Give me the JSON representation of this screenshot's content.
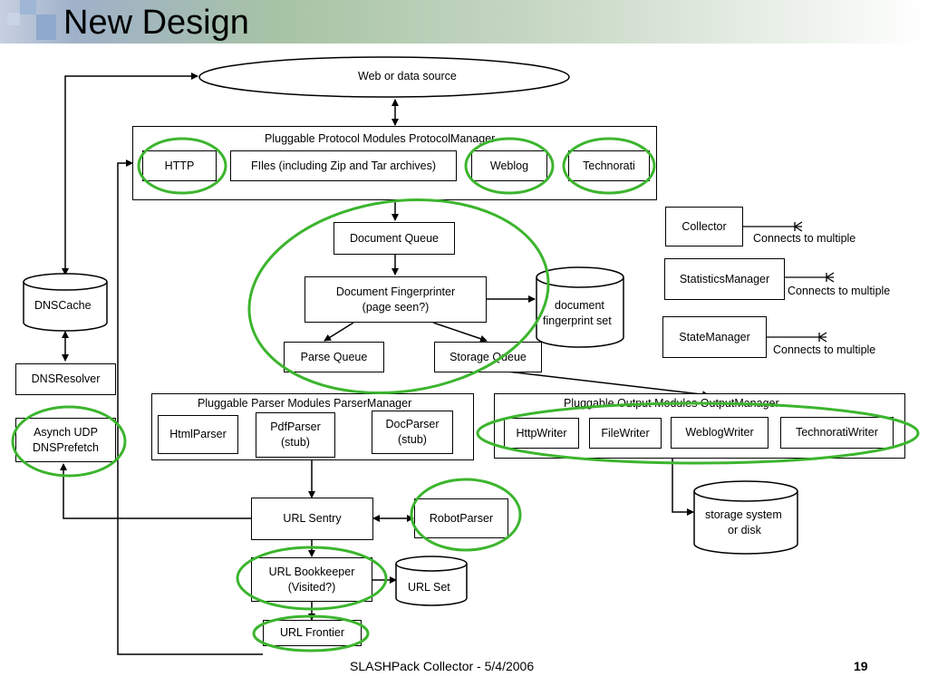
{
  "slide": {
    "title": "New Design",
    "footer": "SLASHPack Collector - 5/4/2006",
    "page_number": "19"
  },
  "nodes": {
    "web_source": "Web or data source",
    "protocol_manager": "Pluggable Protocol Modules ProtocolManager",
    "http": "HTTP",
    "files": "FIles (including Zip and Tar archives)",
    "weblog": "Weblog",
    "technorati": "Technorati",
    "document_queue": "Document Queue",
    "fingerprinter_line1": "Document Fingerprinter",
    "fingerprinter_line2": "(page seen?)",
    "fingerprint_set_line1": "document",
    "fingerprint_set_line2": "fingerprint set",
    "parse_queue": "Parse Queue",
    "storage_queue": "Storage Queue",
    "parser_manager": "Pluggable Parser Modules ParserManager",
    "html_parser": "HtmlParser",
    "pdf_parser_line1": "PdfParser",
    "pdf_parser_line2": "(stub)",
    "doc_parser_line1": "DocParser",
    "doc_parser_line2": "(stub)",
    "output_manager": "Pluggable Output Modules OutputManager",
    "http_writer": "HttpWriter",
    "file_writer": "FileWriter",
    "weblog_writer": "WeblogWriter",
    "technorati_writer": "TechnoratiWriter",
    "storage_system_line1": "storage system",
    "storage_system_line2": "or disk",
    "url_sentry": "URL Sentry",
    "robot_parser": "RobotParser",
    "url_bookkeeper_line1": "URL Bookkeeper",
    "url_bookkeeper_line2": "(Visited?)",
    "url_set": "URL Set",
    "url_frontier": "URL Frontier",
    "dns_cache": "DNSCache",
    "dns_resolver": "DNSResolver",
    "async_udp_line1": "Asynch UDP",
    "async_udp_line2": "DNSPrefetch",
    "collector": "Collector",
    "statistics_manager": "StatisticsManager",
    "state_manager": "StateManager",
    "connects_to_multiple": "Connects to multiple"
  },
  "colors": {
    "highlight": "#3cb52e",
    "line": "#000000",
    "title_gradient_start": "#9fb1c9",
    "title_gradient_end": "#ffffff"
  }
}
